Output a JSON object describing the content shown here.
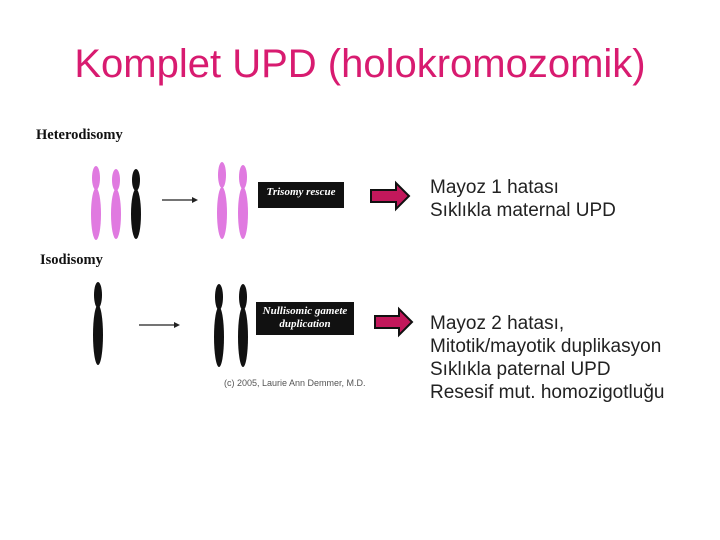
{
  "title": "Komplet UPD (holokromozomik)",
  "heterodisomy": {
    "label": "Heterodisomy",
    "box": [
      "Trisomy rescue"
    ]
  },
  "isodisomy": {
    "label": "Isodisomy",
    "box": [
      "Nullisomic gamete",
      "duplication"
    ]
  },
  "copyright": "(c) 2005, Laurie Ann Demmer, M.D.",
  "note1": [
    "Mayoz 1 hatası",
    "Sıklıkla maternal UPD"
  ],
  "note2": [
    "Mayoz 2 hatası,",
    "Mitotik/mayotik duplikasyon",
    "Sıklıkla paternal UPD",
    "Resesif mut. homozigotluğu"
  ],
  "colors": {
    "title": "#d81b70",
    "maternal": "#e07ae0",
    "paternal": "#111111",
    "arrow_fill": "#c2185b"
  }
}
